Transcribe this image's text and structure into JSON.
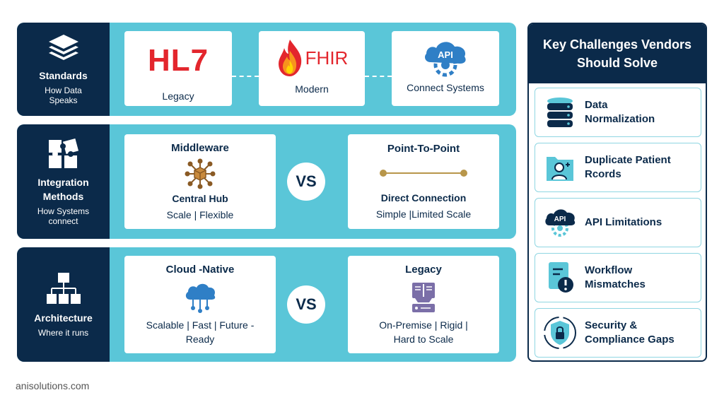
{
  "standards": {
    "title": "Standards",
    "subtitle": "How Data Speaks",
    "hl7_logo": "HL7",
    "hl7_label": "Legacy",
    "fhir_logo": "FHIR",
    "fhir_label": "Modern",
    "api_badge": "API",
    "api_label": "Connect Systems"
  },
  "integration": {
    "title": "Integration Methods",
    "subtitle": "How Systems connect",
    "middleware": {
      "title": "Middleware",
      "sub": "Central Hub",
      "text": "Scale | Flexible"
    },
    "vs": "VS",
    "p2p": {
      "title": "Point-To-Point",
      "sub": "Direct Connection",
      "text": "Simple |Limited Scale"
    }
  },
  "architecture": {
    "title": "Architecture",
    "subtitle": "Where it runs",
    "cloud": {
      "title": "Cloud -Native",
      "text": "Scalable | Fast | Future - Ready"
    },
    "vs": "VS",
    "legacy": {
      "title": "Legacy",
      "text": "On-Premise | Rigid | Hard to Scale"
    }
  },
  "challenges": {
    "heading": "Key Challenges Vendors Should Solve",
    "api_badge": "API",
    "items": [
      {
        "label": "Data Normalization",
        "icon": "database-icon"
      },
      {
        "label": "Duplicate Patient Rcords",
        "icon": "patient-record-icon"
      },
      {
        "label": "API Limitations",
        "icon": "api-cloud-icon"
      },
      {
        "label": "Workflow Mismatches",
        "icon": "document-alert-icon"
      },
      {
        "label": "Security & Compliance Gaps",
        "icon": "shield-lock-icon"
      }
    ]
  },
  "footer": "anisolutions.com",
  "colors": {
    "navy": "#0b2a4a",
    "teal": "#5ac6d8",
    "hl7_red": "#e3262d",
    "icon_blue": "#2f7fc6",
    "hub_brown": "#8a5a24"
  }
}
